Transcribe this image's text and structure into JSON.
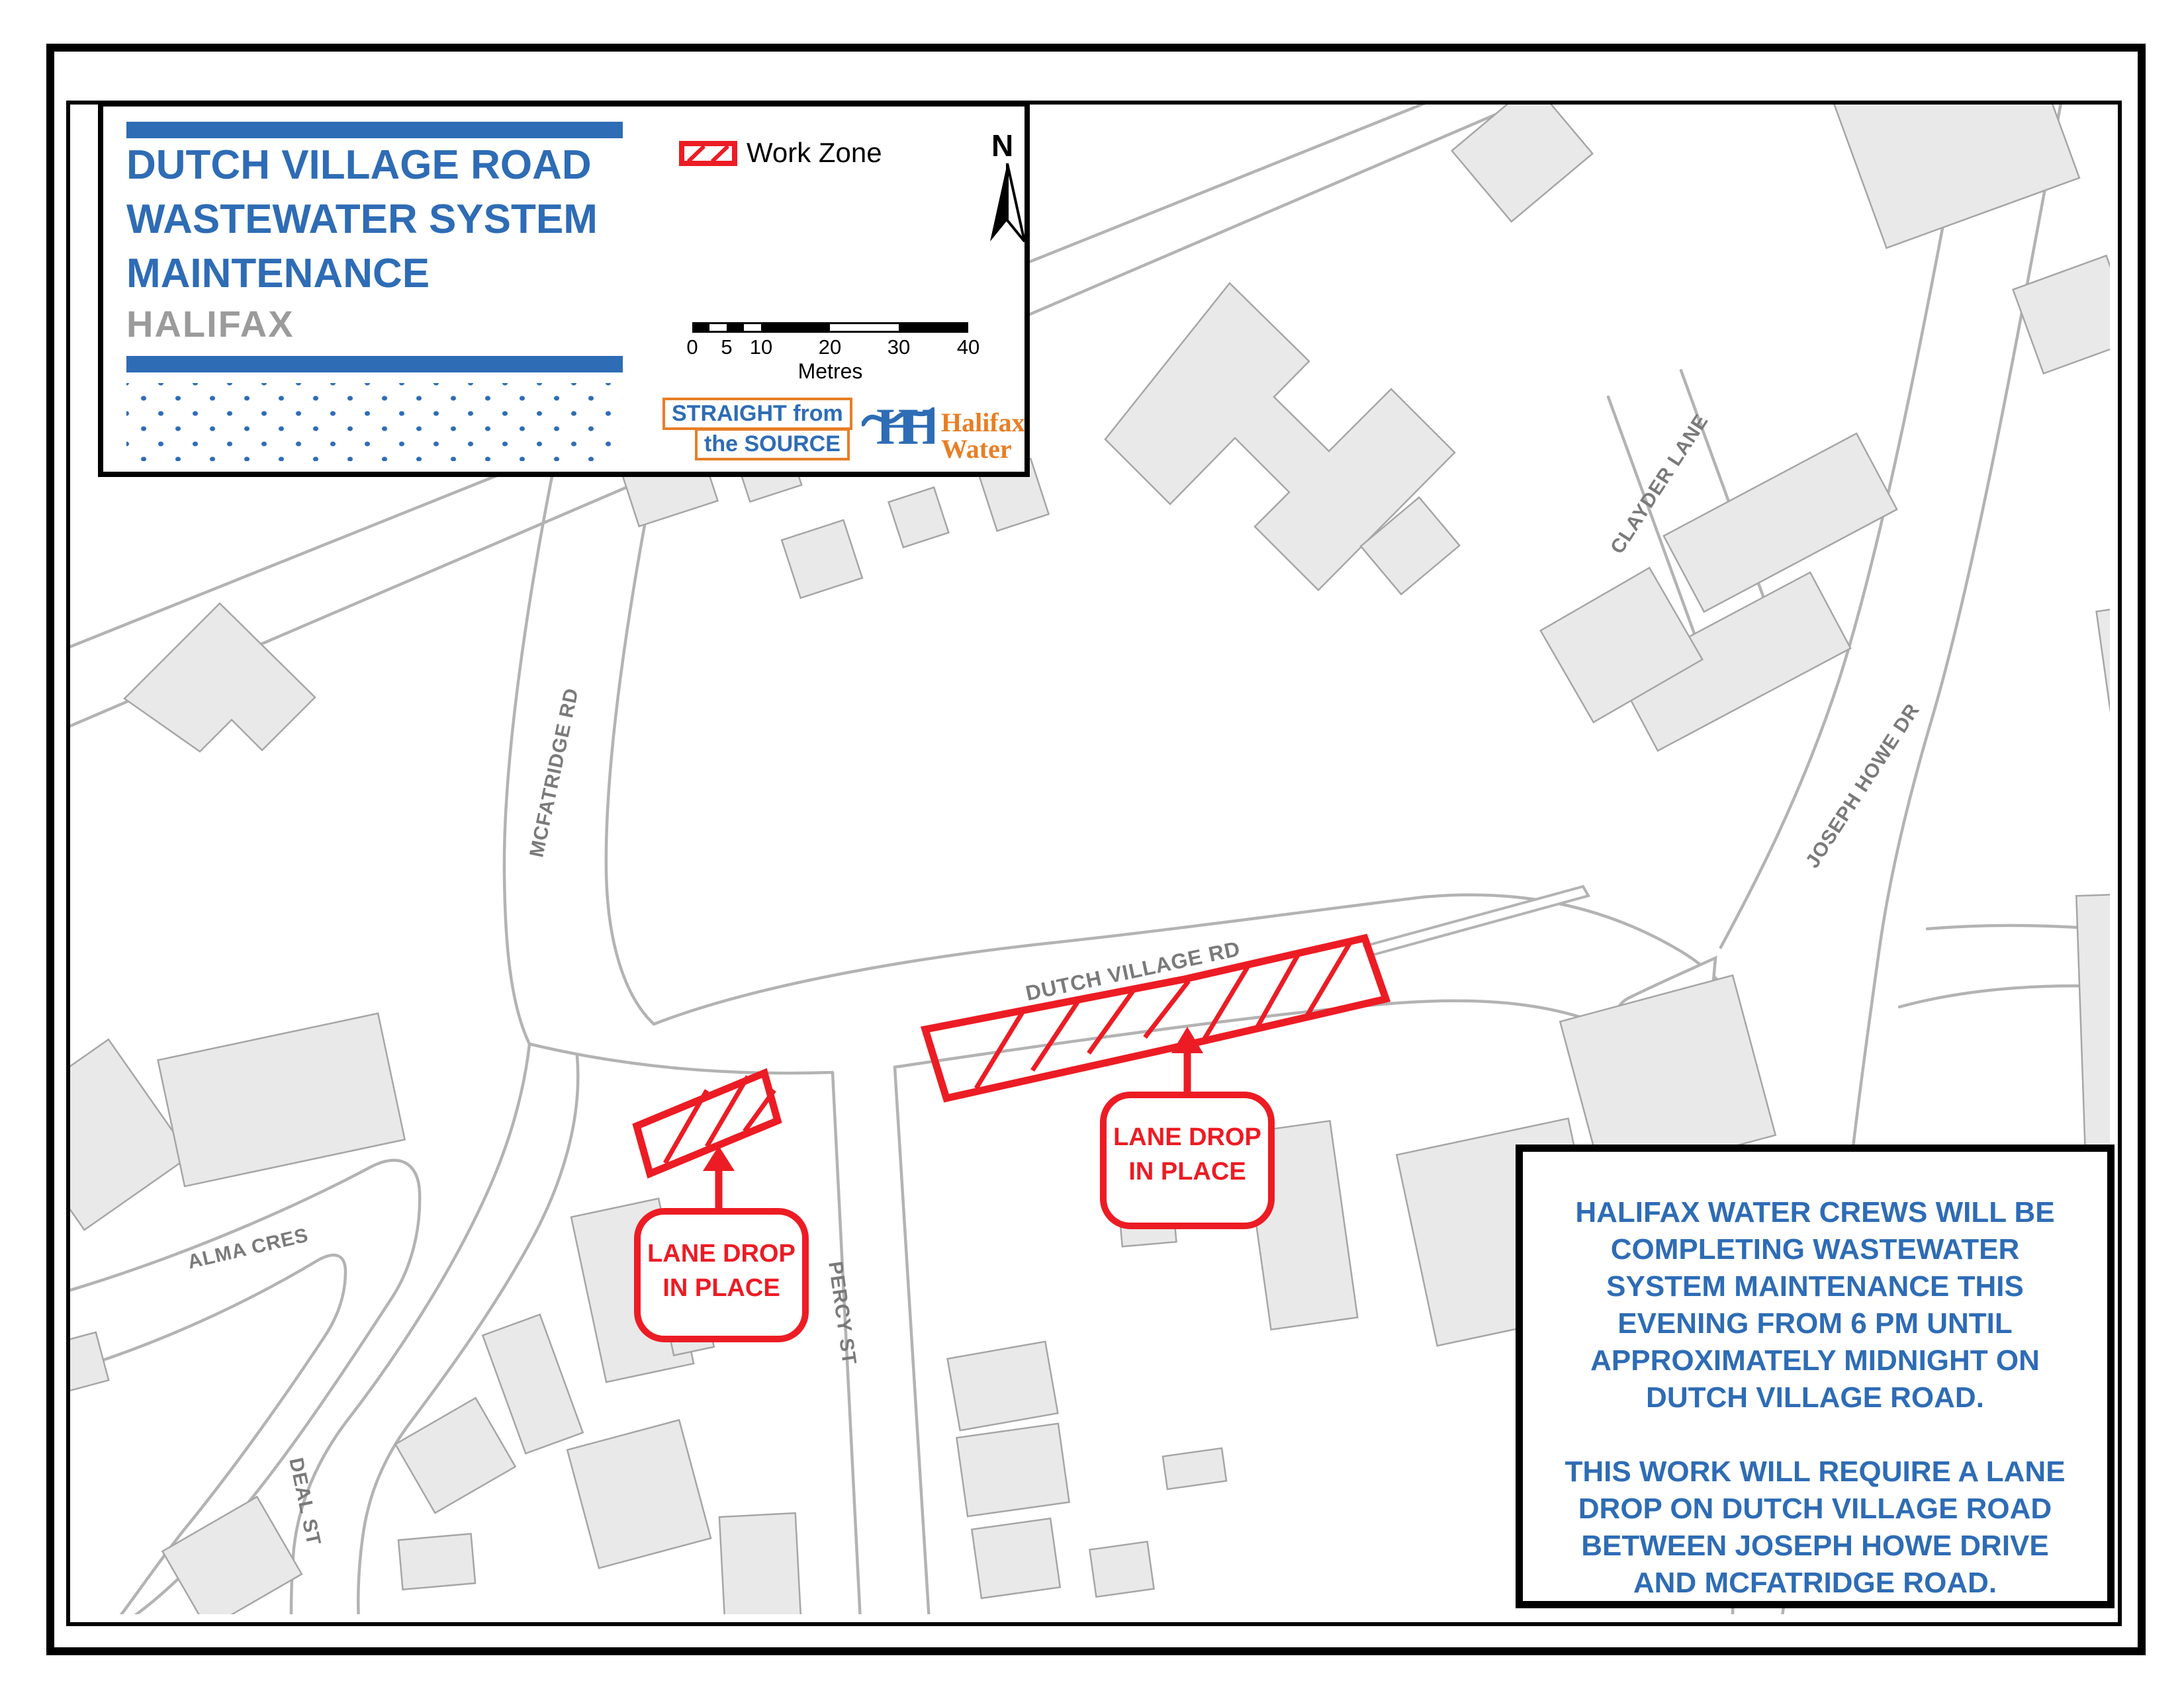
{
  "colors": {
    "brand_blue": "#2E6CB5",
    "work_zone_red": "#EC1C24",
    "logo_orange": "#E87E26",
    "subtitle_gray": "#9B9B9B",
    "building_gray": "#E9E9E9",
    "road_line_gray": "#B3B3B3"
  },
  "title_box": {
    "title": "DUTCH VILLAGE ROAD\nWASTEWATER SYSTEM\nMAINTENANCE",
    "subtitle": "HALIFAX"
  },
  "legend": {
    "work_zone_label": "Work Zone",
    "north_label": "N"
  },
  "scale_bar": {
    "ticks": [
      "0",
      "5",
      "10",
      "20",
      "30",
      "40"
    ],
    "unit": "Metres"
  },
  "logos": {
    "straight_line1": "STRAIGHT from",
    "straight_line2": "the SOURCE",
    "halifax_water_line1": "Halifax",
    "halifax_water_line2": "Water"
  },
  "map": {
    "streets": [
      {
        "name": "MCFATRIDGE RD"
      },
      {
        "name": "DUTCH VILLAGE RD"
      },
      {
        "name": "CLAYDER LANE"
      },
      {
        "name": "JOSEPH HOWE DR"
      },
      {
        "name": "ALMA CRES"
      },
      {
        "name": "PERCY ST"
      },
      {
        "name": "DEAL ST"
      }
    ],
    "callouts": [
      {
        "label": "LANE DROP\nIN PLACE"
      },
      {
        "label": "LANE DROP\nIN PLACE"
      }
    ]
  },
  "info_box": {
    "text": "HALIFAX WATER CREWS WILL BE\nCOMPLETING WASTEWATER\nSYSTEM MAINTENANCE THIS\nEVENING FROM 6 PM UNTIL\nAPPROXIMATELY MIDNIGHT ON\nDUTCH VILLAGE ROAD.\n\nTHIS WORK WILL REQUIRE A LANE\nDROP ON DUTCH VILLAGE ROAD\nBETWEEN JOSEPH HOWE DRIVE\nAND MCFATRIDGE ROAD."
  }
}
